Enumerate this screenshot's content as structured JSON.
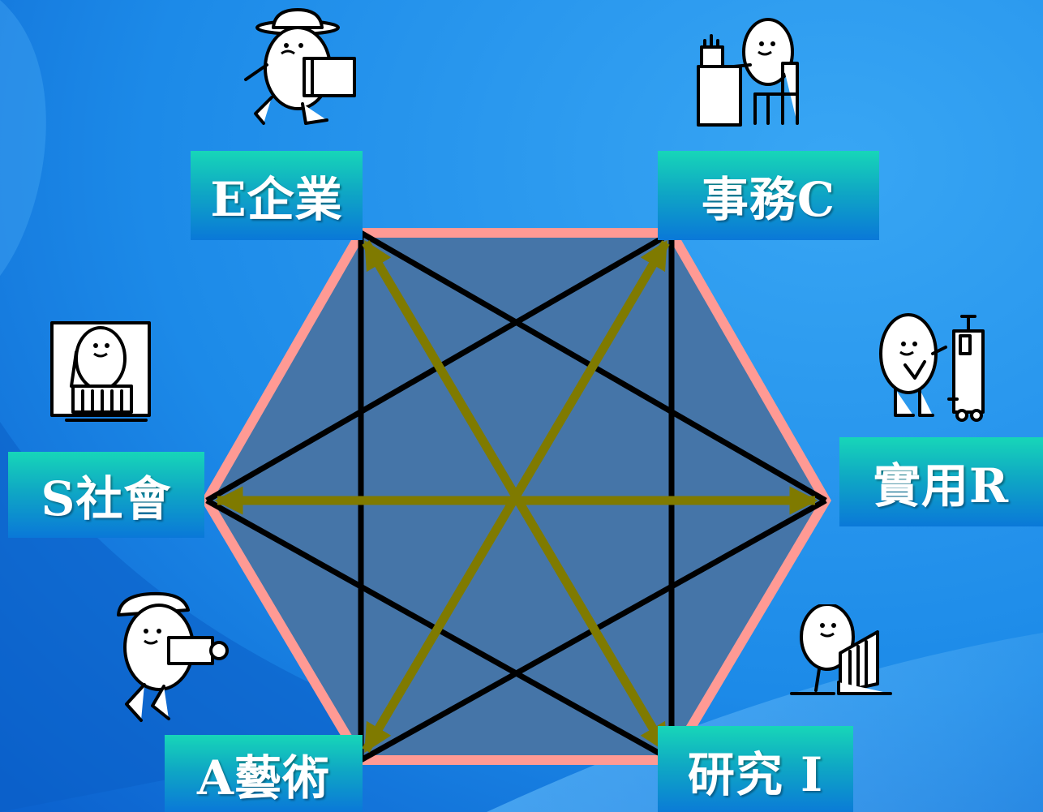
{
  "colors": {
    "background": "#1a8be6",
    "hexagon_fill": "#4575a8",
    "hexagon_border": "#ff9a94",
    "arrow": "#7f7a00",
    "lines": "#000000",
    "label_top": "#17d6b8",
    "label_bottom": "#0a78d8"
  },
  "nodes": [
    {
      "id": "E",
      "label": "E企業"
    },
    {
      "id": "C",
      "label": "事務C"
    },
    {
      "id": "R",
      "label": "實用R"
    },
    {
      "id": "I",
      "label": "研究 I"
    },
    {
      "id": "A",
      "label": "A藝術"
    },
    {
      "id": "S",
      "label": "S社會"
    }
  ],
  "illustrations": [
    {
      "icon": "egg-figure-with-hat-carrying-box-icon",
      "node": "E"
    },
    {
      "icon": "egg-figure-at-desk-icon",
      "node": "C"
    },
    {
      "icon": "egg-figure-with-machine-icon",
      "node": "R"
    },
    {
      "icon": "egg-figure-reading-book-icon",
      "node": "I"
    },
    {
      "icon": "egg-figure-with-camera-icon",
      "node": "A"
    },
    {
      "icon": "egg-figure-at-blackboard-icon",
      "node": "S"
    }
  ]
}
